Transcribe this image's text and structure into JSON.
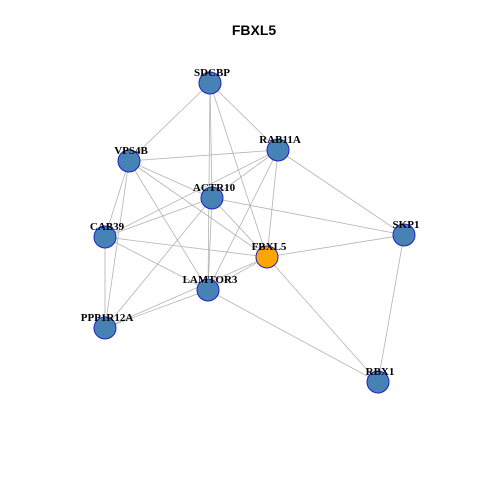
{
  "title": "FBXL5",
  "colors": {
    "node_default": "#4682B4",
    "node_focus": "#FFA500",
    "node_stroke": "#1F1FC8",
    "edge": "#B3B3B3",
    "label": "#000000"
  },
  "nodes": [
    {
      "id": "SDCBP",
      "label": "SDCBP",
      "focus": false
    },
    {
      "id": "RAB11A",
      "label": "RAB11A",
      "focus": false
    },
    {
      "id": "VPS4B",
      "label": "VPS4B",
      "focus": false
    },
    {
      "id": "ACTR10",
      "label": "ACTR10",
      "focus": false
    },
    {
      "id": "CAB39",
      "label": "CAB39",
      "focus": false
    },
    {
      "id": "SKP1",
      "label": "SKP1",
      "focus": false
    },
    {
      "id": "FBXL5",
      "label": "FBXL5",
      "focus": true
    },
    {
      "id": "LAMTOR3",
      "label": "LAMTOR3",
      "focus": false
    },
    {
      "id": "PPP1R12A",
      "label": "PPP1R12A",
      "focus": false
    },
    {
      "id": "RBX1",
      "label": "RBX1",
      "focus": false
    }
  ],
  "edges": [
    [
      "SDCBP",
      "VPS4B"
    ],
    [
      "SDCBP",
      "ACTR10"
    ],
    [
      "SDCBP",
      "RAB11A"
    ],
    [
      "SDCBP",
      "FBXL5"
    ],
    [
      "SDCBP",
      "LAMTOR3"
    ],
    [
      "RAB11A",
      "VPS4B"
    ],
    [
      "RAB11A",
      "ACTR10"
    ],
    [
      "RAB11A",
      "CAB39"
    ],
    [
      "RAB11A",
      "SKP1"
    ],
    [
      "RAB11A",
      "FBXL5"
    ],
    [
      "RAB11A",
      "LAMTOR3"
    ],
    [
      "VPS4B",
      "ACTR10"
    ],
    [
      "VPS4B",
      "CAB39"
    ],
    [
      "VPS4B",
      "FBXL5"
    ],
    [
      "VPS4B",
      "LAMTOR3"
    ],
    [
      "VPS4B",
      "PPP1R12A"
    ],
    [
      "ACTR10",
      "CAB39"
    ],
    [
      "ACTR10",
      "SKP1"
    ],
    [
      "ACTR10",
      "FBXL5"
    ],
    [
      "ACTR10",
      "LAMTOR3"
    ],
    [
      "ACTR10",
      "PPP1R12A"
    ],
    [
      "CAB39",
      "FBXL5"
    ],
    [
      "CAB39",
      "LAMTOR3"
    ],
    [
      "CAB39",
      "PPP1R12A"
    ],
    [
      "SKP1",
      "FBXL5"
    ],
    [
      "SKP1",
      "RBX1"
    ],
    [
      "FBXL5",
      "LAMTOR3"
    ],
    [
      "FBXL5",
      "PPP1R12A"
    ],
    [
      "FBXL5",
      "RBX1"
    ],
    [
      "LAMTOR3",
      "PPP1R12A"
    ],
    [
      "LAMTOR3",
      "RBX1"
    ]
  ]
}
